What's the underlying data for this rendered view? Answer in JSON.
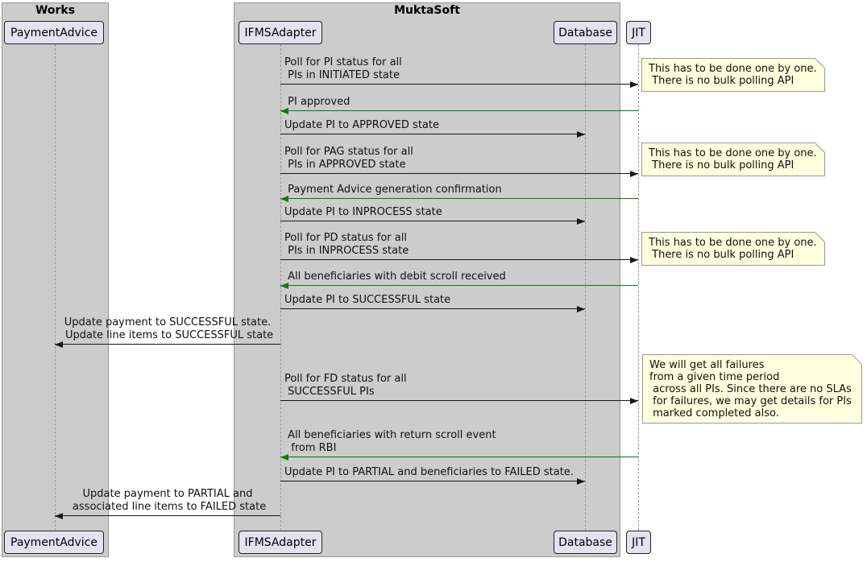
{
  "colors": {
    "box_bg": "#cccccc",
    "box_border": "#999999",
    "participant_bg": "#e2e2f0",
    "participant_border": "#222222",
    "lifeline": "#999999",
    "call_arrow": "#181818",
    "return_arrow": "#008000",
    "note_bg": "#feffdd",
    "note_border": "#999999"
  },
  "boxes": [
    {
      "title": "Works"
    },
    {
      "title": "MuktaSoft"
    }
  ],
  "participants": [
    {
      "name": "PaymentAdvice"
    },
    {
      "name": "IFMSAdapter"
    },
    {
      "name": "Database"
    },
    {
      "name": "JIT"
    }
  ],
  "messages": [
    {
      "from": "IFMSAdapter",
      "to": "JIT",
      "kind": "call",
      "lines": [
        "Poll for PI status for all",
        " PIs in INITIATED state"
      ]
    },
    {
      "from": "JIT",
      "to": "IFMSAdapter",
      "kind": "return",
      "lines": [
        " PI approved"
      ]
    },
    {
      "from": "IFMSAdapter",
      "to": "Database",
      "kind": "call",
      "lines": [
        "Update PI to APPROVED state"
      ]
    },
    {
      "from": "IFMSAdapter",
      "to": "JIT",
      "kind": "call",
      "lines": [
        "Poll for PAG status for all",
        " PIs in APPROVED state"
      ]
    },
    {
      "from": "JIT",
      "to": "IFMSAdapter",
      "kind": "return",
      "lines": [
        " Payment Advice generation confirmation"
      ]
    },
    {
      "from": "IFMSAdapter",
      "to": "Database",
      "kind": "call",
      "lines": [
        "Update PI to INPROCESS state"
      ]
    },
    {
      "from": "IFMSAdapter",
      "to": "JIT",
      "kind": "call",
      "lines": [
        "Poll for PD status for all",
        " PIs in INPROCESS state"
      ]
    },
    {
      "from": "JIT",
      "to": "IFMSAdapter",
      "kind": "return",
      "lines": [
        " All beneficiaries with debit scroll received"
      ]
    },
    {
      "from": "IFMSAdapter",
      "to": "Database",
      "kind": "call",
      "lines": [
        "Update PI to SUCCESSFUL state"
      ]
    },
    {
      "from": "IFMSAdapter",
      "to": "PaymentAdvice",
      "kind": "call",
      "lines": [
        "Update payment to SUCCESSFUL state.",
        " Update line items to SUCCESSFUL state"
      ]
    },
    {
      "from": "IFMSAdapter",
      "to": "JIT",
      "kind": "call",
      "lines": [
        "Poll for FD status for all",
        " SUCCESSFUL PIs"
      ]
    },
    {
      "from": "JIT",
      "to": "IFMSAdapter",
      "kind": "return",
      "lines": [
        " All beneficiaries with return scroll event",
        "  from RBI"
      ]
    },
    {
      "from": "IFMSAdapter",
      "to": "Database",
      "kind": "call",
      "lines": [
        "Update PI to PARTIAL and beneficiaries to FAILED state."
      ]
    },
    {
      "from": "IFMSAdapter",
      "to": "PaymentAdvice",
      "kind": "call",
      "lines": [
        "Update payment to PARTIAL and",
        " associated line items to FAILED state"
      ]
    }
  ],
  "notes": [
    {
      "lines": [
        "This has to be done one by one.",
        " There is no bulk polling API"
      ]
    },
    {
      "lines": [
        "This has to be done one by one.",
        " There is no bulk polling API"
      ]
    },
    {
      "lines": [
        "This has to be done one by one.",
        " There is no bulk polling API"
      ]
    },
    {
      "lines": [
        "We will get all failures",
        "from a given time period",
        " across all PIs. Since there are no SLAs",
        " for failures, we may get details for PIs",
        " marked completed also."
      ]
    }
  ]
}
